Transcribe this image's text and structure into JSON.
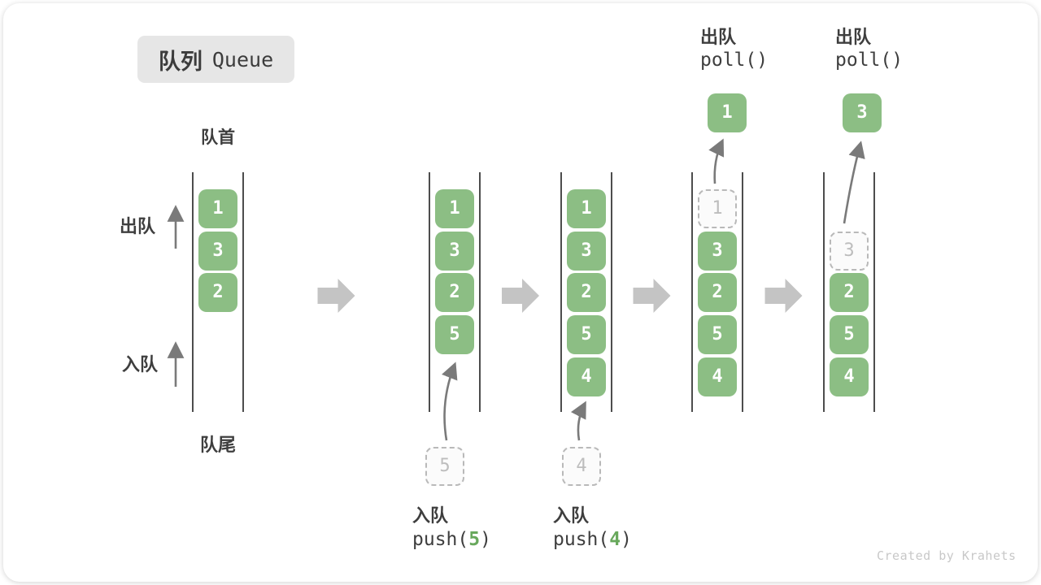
{
  "title": {
    "zh": "队列",
    "en": "Queue"
  },
  "side_labels": {
    "front": "队首",
    "rear": "队尾",
    "dequeue": "出队",
    "enqueue": "入队"
  },
  "watermark": "Created by Krahets",
  "colors": {
    "box_green": "#8cbe84",
    "code_arg_green": "#68a85c",
    "line_dark": "#4d4d4d",
    "arrow_gray": "#7a7a7a",
    "flow_arrow_gray": "#c4c4c4",
    "dashed_gray": "#b9b9b9"
  },
  "states": [
    {
      "name": "initial",
      "boxes": [
        {
          "row": 0,
          "value": "1",
          "dashed": false
        },
        {
          "row": 1,
          "value": "3",
          "dashed": false
        },
        {
          "row": 2,
          "value": "2",
          "dashed": false
        }
      ]
    },
    {
      "name": "push5",
      "boxes": [
        {
          "row": 0,
          "value": "1",
          "dashed": false
        },
        {
          "row": 1,
          "value": "3",
          "dashed": false
        },
        {
          "row": 2,
          "value": "2",
          "dashed": false
        },
        {
          "row": 3,
          "value": "5",
          "dashed": false
        }
      ],
      "staging": {
        "value": "5"
      },
      "bottom_label": {
        "zh": "入队",
        "code_prefix": "push(",
        "arg": "5",
        "code_suffix": ")"
      }
    },
    {
      "name": "push4",
      "boxes": [
        {
          "row": 0,
          "value": "1",
          "dashed": false
        },
        {
          "row": 1,
          "value": "3",
          "dashed": false
        },
        {
          "row": 2,
          "value": "2",
          "dashed": false
        },
        {
          "row": 3,
          "value": "5",
          "dashed": false
        },
        {
          "row": 4,
          "value": "4",
          "dashed": false
        }
      ],
      "staging": {
        "value": "4"
      },
      "bottom_label": {
        "zh": "入队",
        "code_prefix": "push(",
        "arg": "4",
        "code_suffix": ")"
      }
    },
    {
      "name": "poll1",
      "boxes": [
        {
          "row": 0,
          "value": "1",
          "dashed": true
        },
        {
          "row": 1,
          "value": "3",
          "dashed": false
        },
        {
          "row": 2,
          "value": "2",
          "dashed": false
        },
        {
          "row": 3,
          "value": "5",
          "dashed": false
        },
        {
          "row": 4,
          "value": "4",
          "dashed": false
        }
      ],
      "top_label": {
        "zh": "出队",
        "code": "poll()"
      },
      "output": {
        "value": "1"
      }
    },
    {
      "name": "poll3",
      "boxes": [
        {
          "row": 1,
          "value": "3",
          "dashed": true
        },
        {
          "row": 2,
          "value": "2",
          "dashed": false
        },
        {
          "row": 3,
          "value": "5",
          "dashed": false
        },
        {
          "row": 4,
          "value": "4",
          "dashed": false
        }
      ],
      "top_label": {
        "zh": "出队",
        "code": "poll()"
      },
      "output": {
        "value": "3"
      }
    }
  ]
}
